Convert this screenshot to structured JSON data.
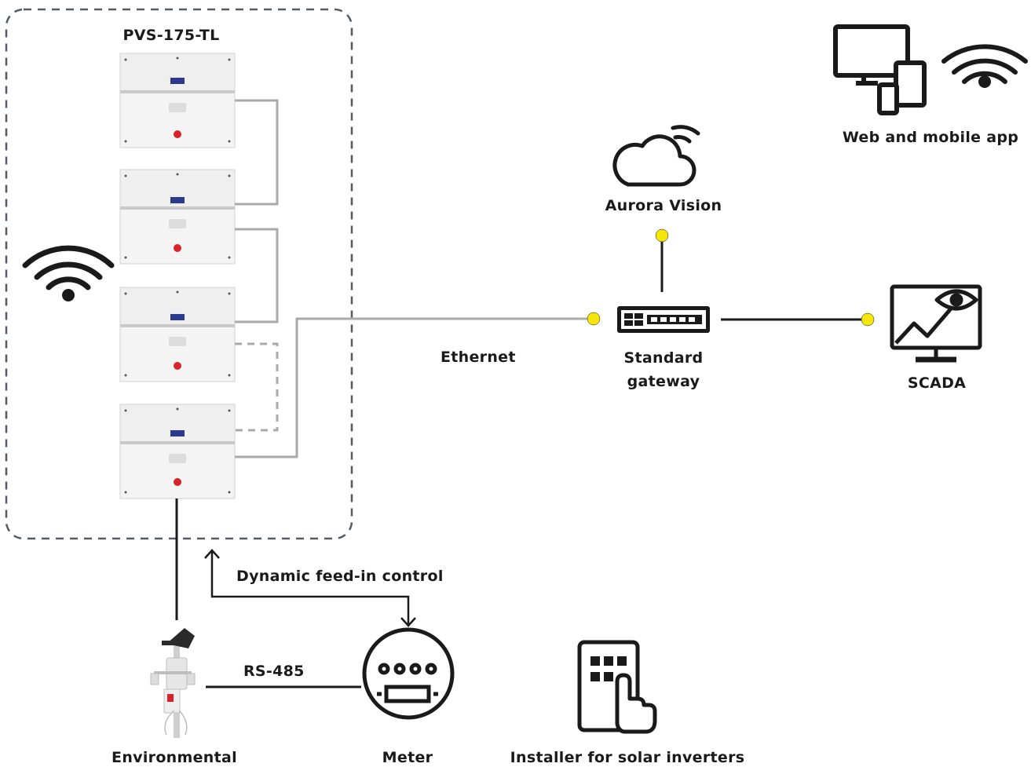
{
  "title": "PVS-175-TL",
  "labels": {
    "web_app": "Web and mobile app",
    "aurora": "Aurora Vision",
    "ethernet": "Ethernet",
    "gateway": "Standard gateway",
    "scada": "SCADA",
    "feed_in": "Dynamic feed-in control",
    "rs485": "RS-485",
    "environmental": "Environmental",
    "meter": "Meter",
    "installer": "Installer for solar inverters"
  },
  "inverters": {
    "count": 4,
    "badge_color": "#2b3a8f",
    "knob_color": "#d8232a"
  },
  "colors": {
    "connector_dot": "#f5e50a",
    "wire_grey": "#aaaaaa",
    "wire_dark": "#1a1a1a",
    "boundary": "#555b66"
  },
  "icons": {
    "wifi_left": "wifi-icon",
    "devices": "devices-icon",
    "wifi_right": "wifi-icon",
    "cloud": "cloud-wifi-icon",
    "gateway": "network-switch-icon",
    "scada": "monitor-eye-chart-icon",
    "weather_station": "weather-station-icon",
    "meter": "meter-icon",
    "installer": "keypad-touch-icon"
  }
}
